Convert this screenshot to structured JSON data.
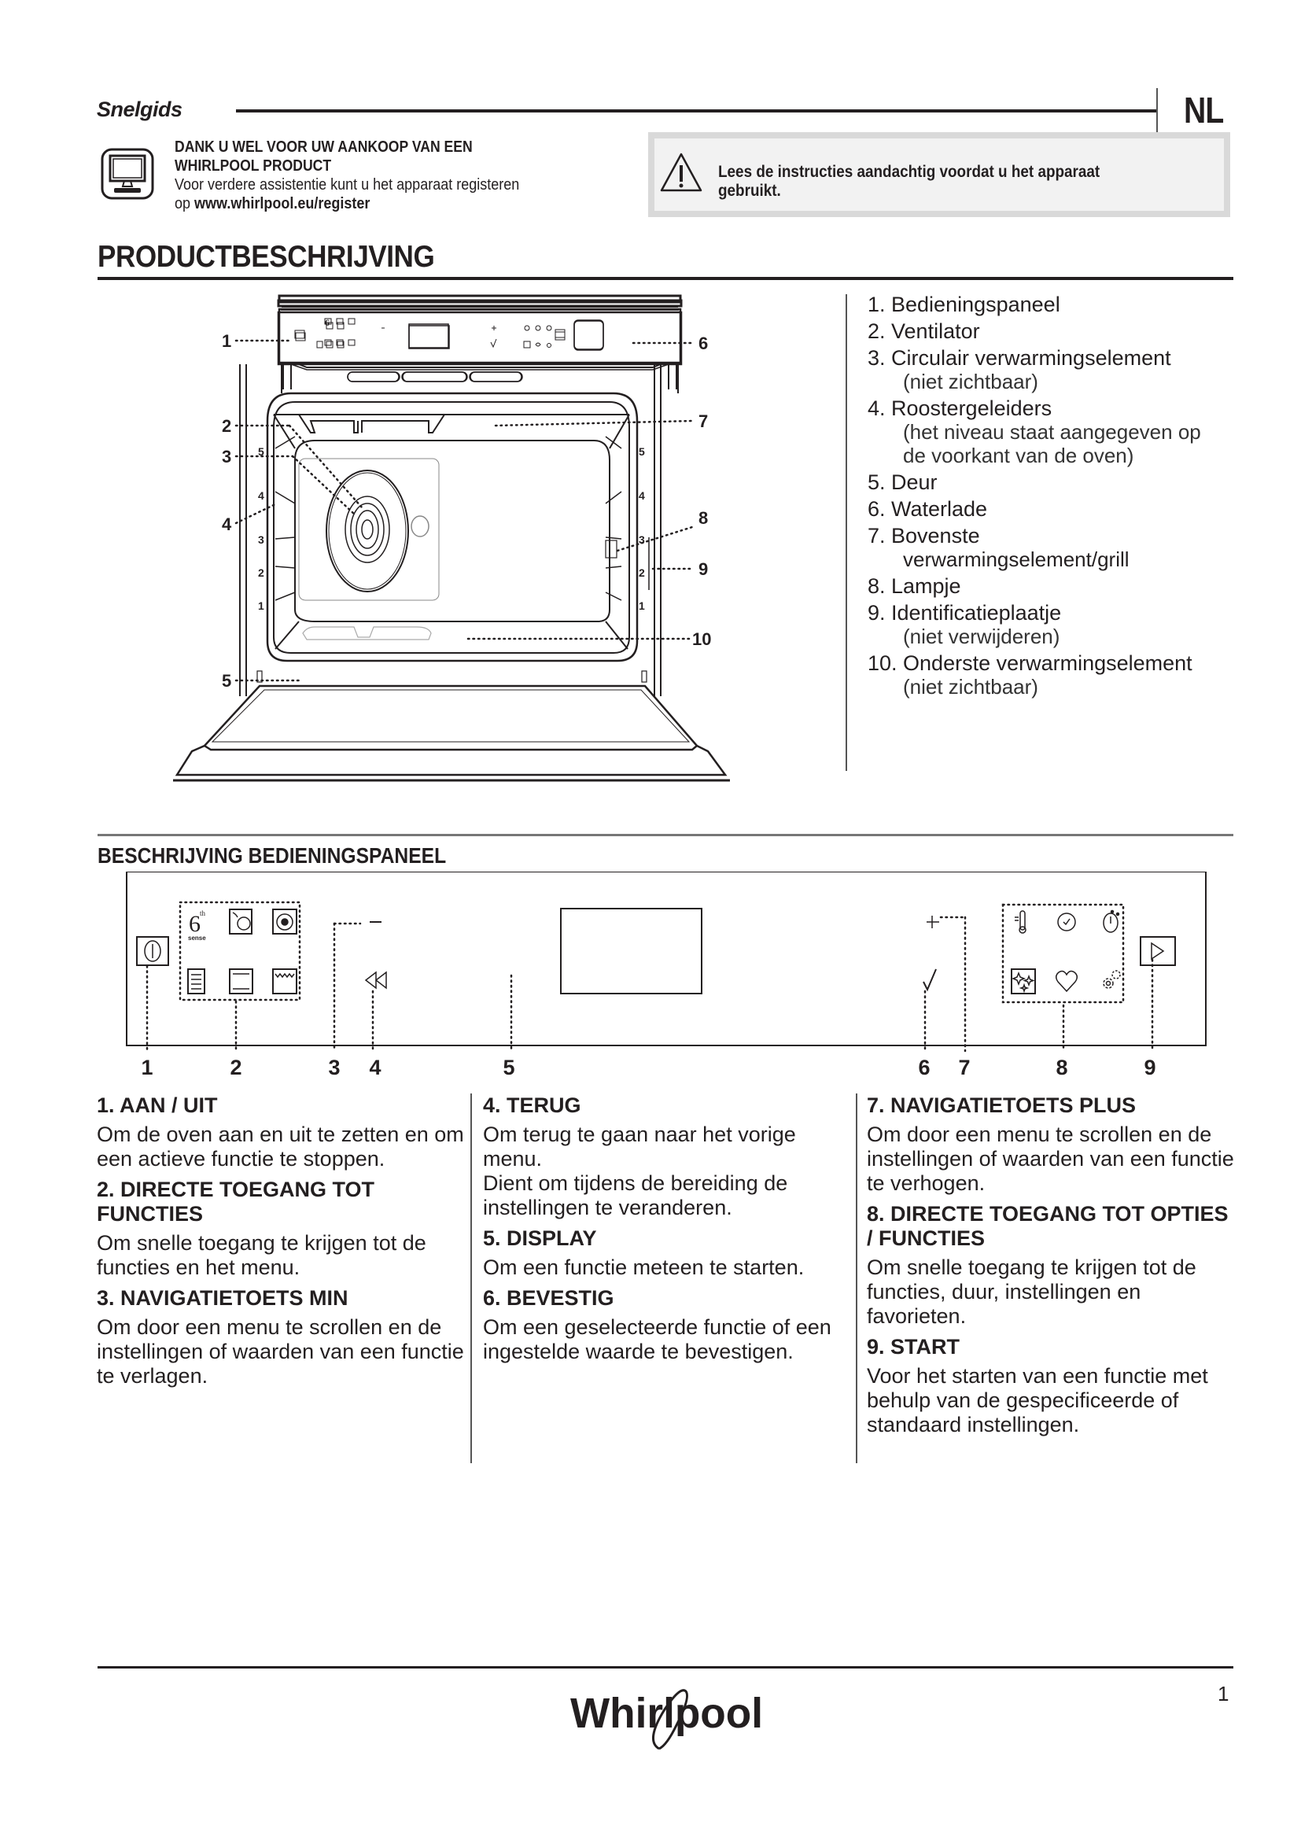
{
  "header": {
    "guide_label": "Snelgids",
    "language": "NL",
    "registration": {
      "icon": "computer-monitor-icon",
      "title_line1": "DANK U WEL VOOR UW AANKOOP VAN EEN",
      "title_line2": "WHIRLPOOL PRODUCT",
      "text_line1": "Voor verdere assistentie kunt u het apparaat registeren",
      "text_prefix": "op",
      "url": "www.whirlpool.eu/register"
    },
    "warning": {
      "icon": "warning-triangle-icon",
      "line1": "Lees de instructies aandachtig voordat u het apparaat",
      "line2": "gebruikt."
    }
  },
  "product_description": {
    "title": "PRODUCTBESCHRIJVING",
    "callouts": [
      "1",
      "2",
      "3",
      "4",
      "5",
      "6",
      "7",
      "8",
      "9",
      "10"
    ],
    "shelf_levels": [
      "5",
      "4",
      "3",
      "2",
      "1"
    ],
    "items": [
      {
        "label": "1. Bedieningspaneel"
      },
      {
        "label": "2. Ventilator"
      },
      {
        "label": "3. Circulair verwarmingselement",
        "note": "(niet zichtbaar)"
      },
      {
        "label": "4. Roostergeleiders",
        "note": "(het niveau staat aangegeven op",
        "note2": "de voorkant van de oven)"
      },
      {
        "label": "5. Deur"
      },
      {
        "label": "6. Waterlade"
      },
      {
        "label": "7. Bovenste",
        "cont": "verwarmingselement/grill"
      },
      {
        "label": "8. Lampje"
      },
      {
        "label": "9. Identificatieplaatje",
        "note": "(niet verwijderen)"
      },
      {
        "label": "10. Onderste verwarmingselement",
        "note": "(niet zichtbaar)"
      }
    ]
  },
  "control_panel": {
    "title": "BESCHRIJVING BEDIENINGSPANEEL",
    "sixth_sense_number": "6",
    "sixth_sense_sup": "th",
    "sixth_sense_word": "sense",
    "callouts": [
      "1",
      "2",
      "3",
      "4",
      "5",
      "6",
      "7",
      "8",
      "9"
    ],
    "icons": {
      "power": "power-icon",
      "functions": [
        "6th-sense-icon",
        "fan-grill-icon",
        "fan-icon",
        "menu-list-icon",
        "top-bottom-heat-icon",
        "grill-icon"
      ],
      "minus": "minus-icon",
      "back": "back-icon",
      "display": "display-screen",
      "plus": "plus-icon",
      "confirm": "checkmark-icon",
      "options": [
        "temperature-icon",
        "clock-icon",
        "timer-icon",
        "cleaning-sparkle-icon",
        "heart-icon",
        "settings-gears-icon"
      ],
      "start": "play-icon"
    },
    "descriptions": [
      {
        "heading": "1. AAN / UIT",
        "text": [
          "Om de oven aan en uit te zetten en om een actieve functie te stoppen."
        ]
      },
      {
        "heading": "2. DIRECTE TOEGANG TOT FUNCTIES",
        "text": [
          "Om snelle toegang te krijgen tot de functies en het menu."
        ]
      },
      {
        "heading": "3. NAVIGATIETOETS MIN",
        "text": [
          "Om door een menu te scrollen en de instellingen of waarden van een functie te verlagen."
        ]
      },
      {
        "heading": "4. TERUG",
        "text": [
          "Om terug te gaan naar het vorige menu.",
          "Dient om tijdens de bereiding de instellingen te veranderen."
        ]
      },
      {
        "heading": "5. DISPLAY",
        "text": [
          "Om een functie meteen te starten."
        ]
      },
      {
        "heading": "6. BEVESTIG",
        "text": [
          "Om een geselecteerde functie of een ingestelde waarde te bevestigen."
        ]
      },
      {
        "heading": "7. NAVIGATIETOETS PLUS",
        "text": [
          "Om door een menu te scrollen en de instellingen of waarden van een functie te verhogen."
        ]
      },
      {
        "heading": "8. DIRECTE TOEGANG TOT OPTIES / FUNCTIES",
        "text": [
          "Om snelle toegang te krijgen tot de functies, duur, instellingen en favorieten."
        ]
      },
      {
        "heading": "9. START",
        "text": [
          "Voor het starten van een functie met behulp van de gespecificeerde of standaard instellingen."
        ]
      }
    ]
  },
  "footer": {
    "brand": "Whirlpool",
    "page_number": "1"
  }
}
